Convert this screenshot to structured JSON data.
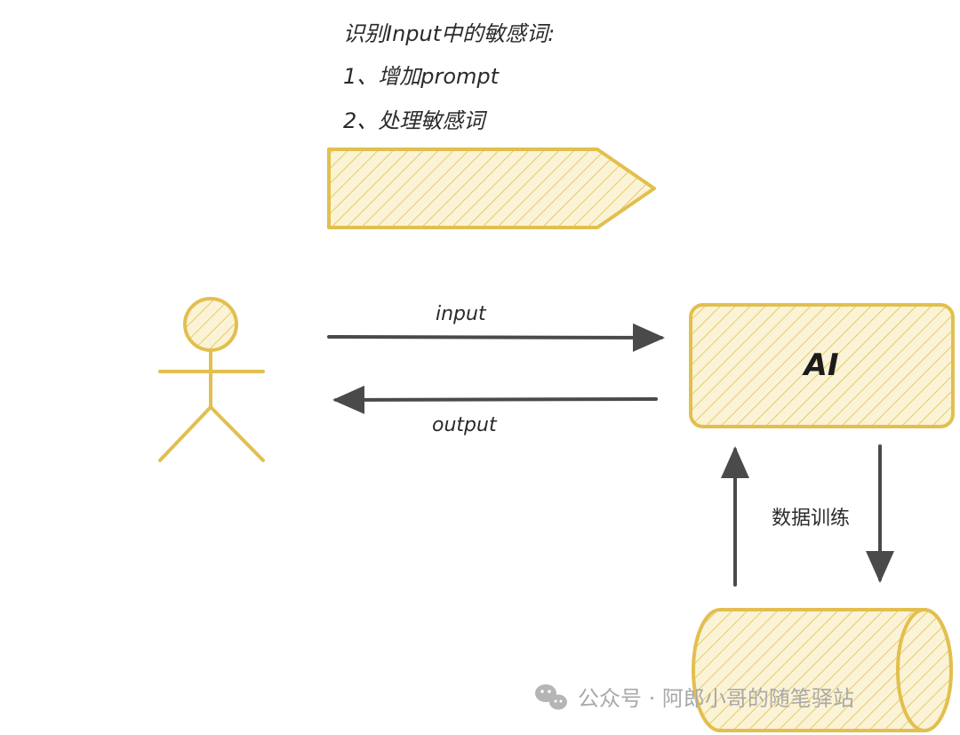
{
  "notes": {
    "line1": "识别Input中的敏感词:",
    "line2": "1、增加prompt",
    "line3": "2、处理敏感词"
  },
  "arrows": {
    "input_label": "input",
    "output_label": "output"
  },
  "ai_box": {
    "label": "AI"
  },
  "training": {
    "label": "数据训练"
  },
  "watermark": {
    "icon": "wechat-icon",
    "text": "公众号 · 阿郎小哥的随笔驿站"
  },
  "colors": {
    "accent": "#E2BF4E",
    "hatch_bg": "#FBF3D5",
    "stroke_dark": "#4a4a4a"
  }
}
